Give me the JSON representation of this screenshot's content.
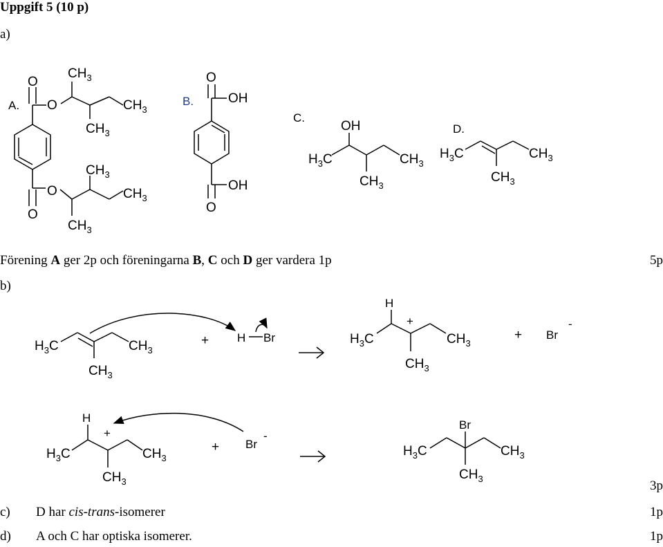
{
  "header": {
    "title": "Uppgift 5  (10 p)"
  },
  "part_a": {
    "label": "a)",
    "compound_labels": {
      "A": "A.",
      "B": "B.",
      "C": "C.",
      "D": "D."
    },
    "atoms": {
      "O": "O",
      "OH": "OH",
      "C": "C",
      "H": "H",
      "Br": "Br",
      "CH": "CH",
      "sub3": "3"
    },
    "caption_before_A": "Förening ",
    "caption_A": "A",
    "caption_mid1": " ger 2p och föreningarna ",
    "caption_B": "B",
    "caption_comma": ", ",
    "caption_C": "C",
    "caption_och": " och ",
    "caption_D": "D",
    "caption_end": " ger vardera 1p",
    "points": "5p"
  },
  "part_b": {
    "label": "b)",
    "plus": "+",
    "minus": "-",
    "points": "3p"
  },
  "part_c": {
    "label": "c)",
    "text_pre": "D har ",
    "text_italic1": "cis",
    "text_dash": "-",
    "text_italic2": "trans",
    "text_post": "-isomerer",
    "points": "1p"
  },
  "part_d": {
    "label": "d)",
    "text": "A och C har optiska isomerer.",
    "points": "1p"
  }
}
